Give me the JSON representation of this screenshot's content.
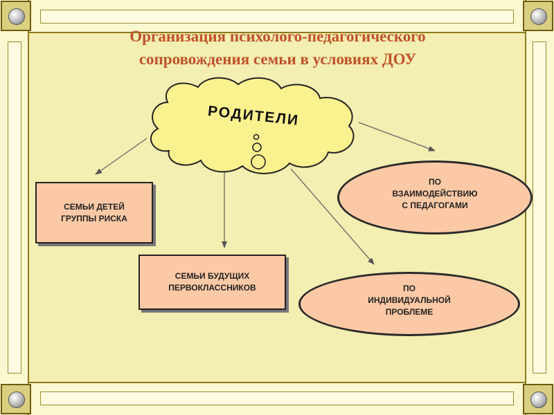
{
  "slide": {
    "title_line1": "Организация психолого-педагогического",
    "title_line2": "сопровождения семьи в условиях ДОУ",
    "center": "РОДИТЕЛИ",
    "nodes": [
      {
        "lines": [
          "СЕМЬИ ДЕТЕЙ",
          "ГРУППЫ РИСКА"
        ]
      },
      {
        "lines": [
          "СЕМЬИ БУДУЩИХ",
          "ПЕРВОКЛАССНИКОВ"
        ]
      },
      {
        "lines": [
          "ПО",
          "ВЗАИМОДЕЙСТВИЮ",
          "С ПЕДАГОГАМИ"
        ]
      },
      {
        "lines": [
          "ПО",
          "ИНДИВИДУАЛЬНОЙ",
          "ПРОБЛЕМЕ"
        ]
      }
    ]
  },
  "colors": {
    "background": "#f3eeb1",
    "title": "#c0522b",
    "cloud_fill": "#fbf18f",
    "node_fill": "#fbc9a5"
  }
}
